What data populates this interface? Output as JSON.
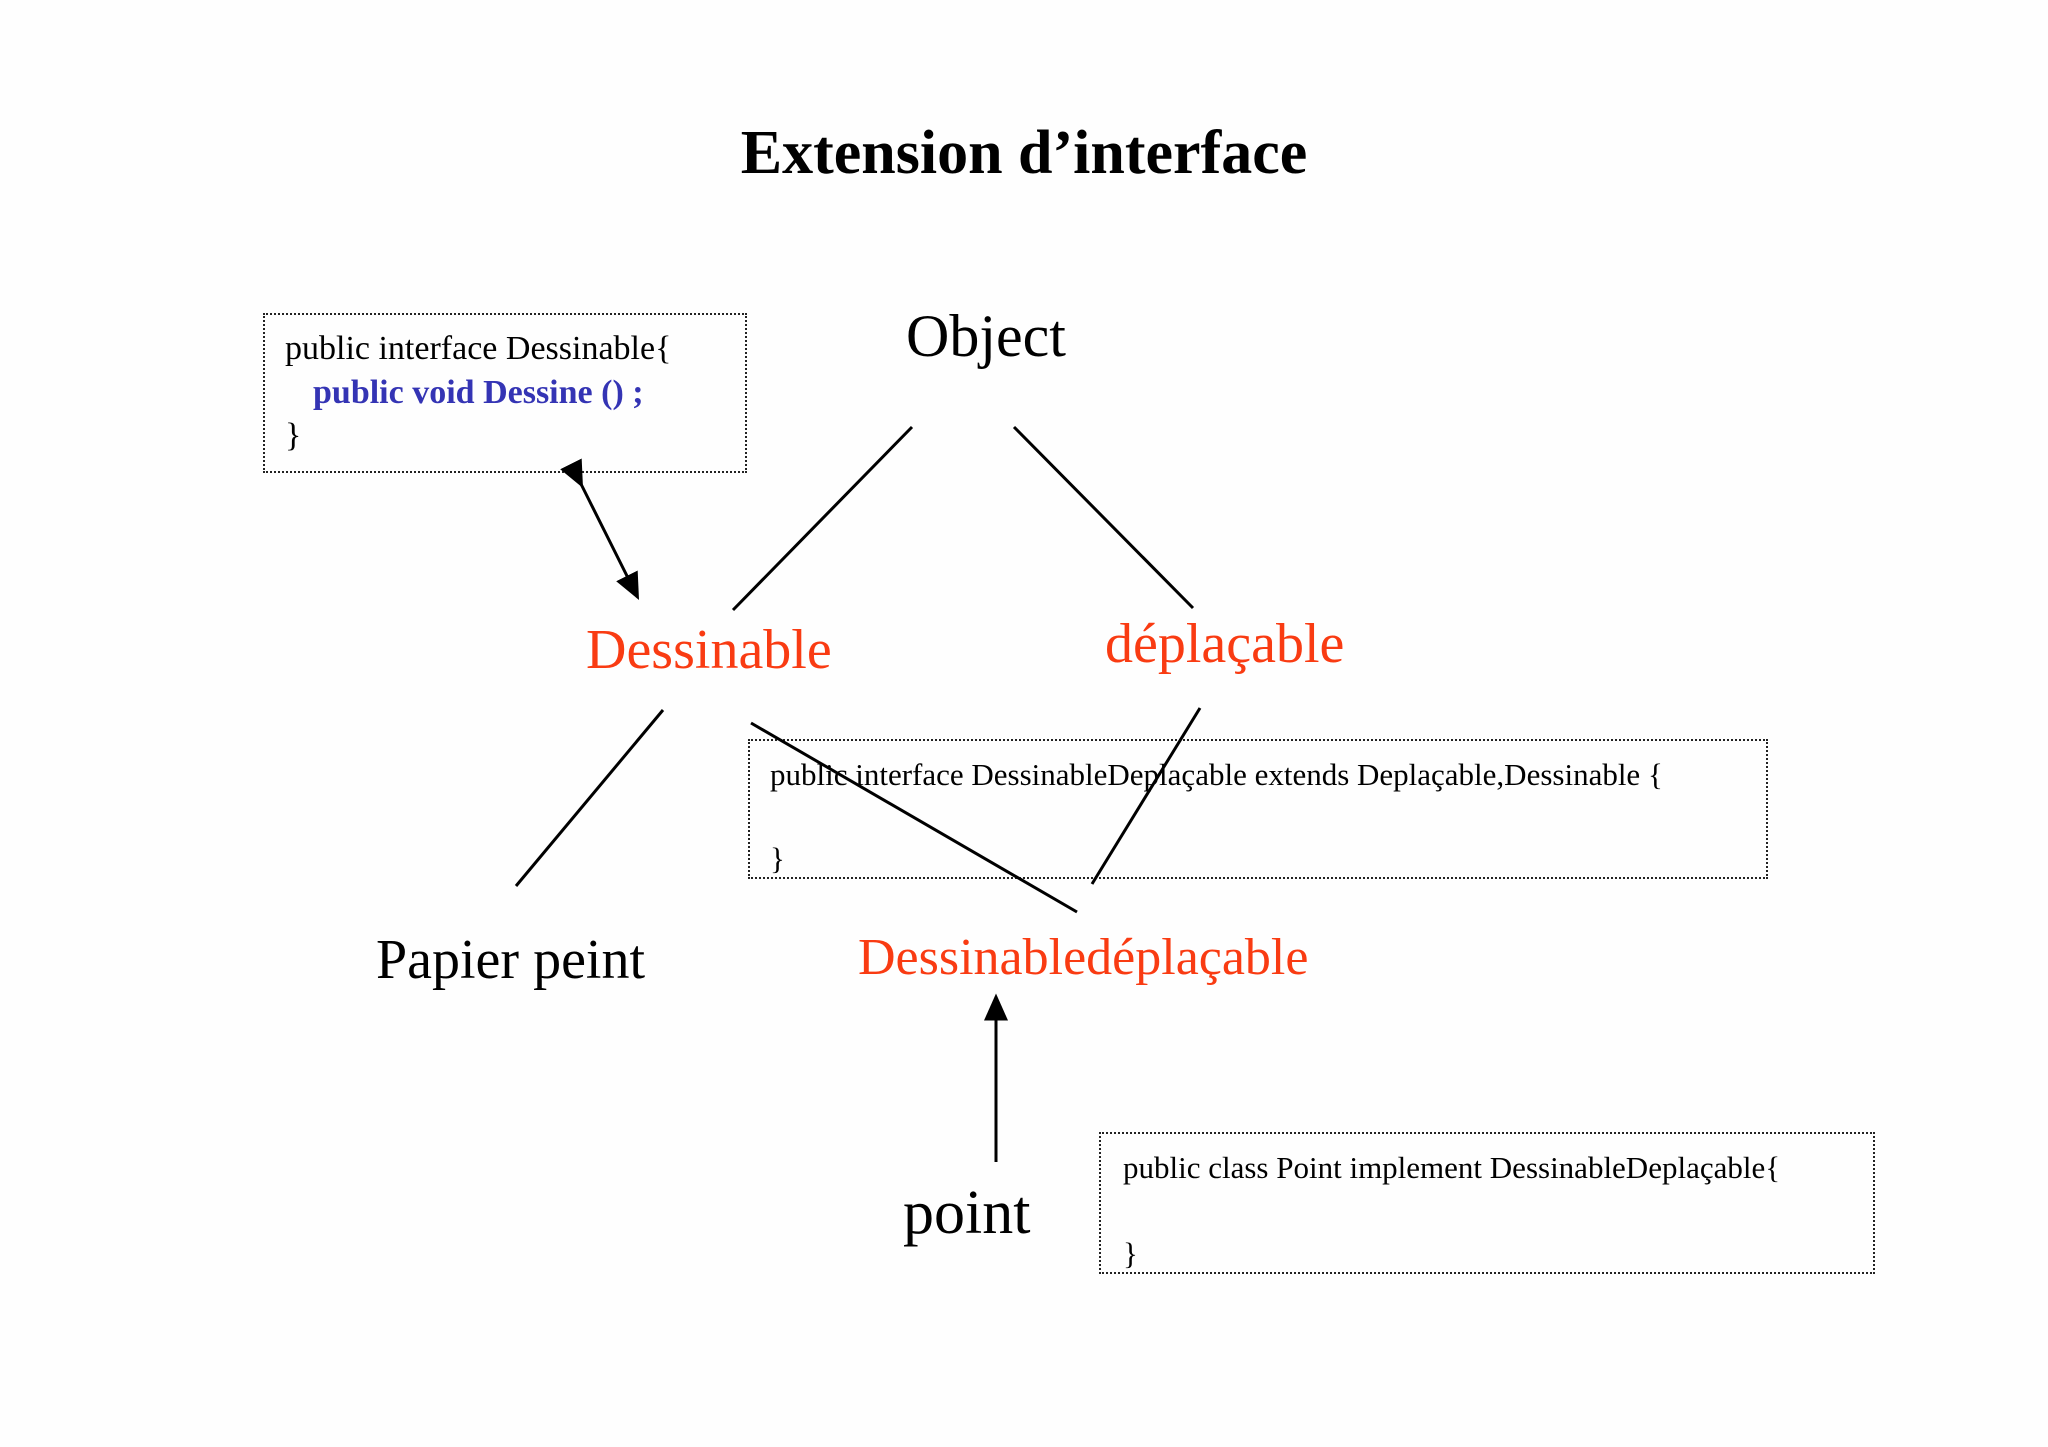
{
  "title": "Extension d’interface",
  "colors": {
    "red": "#f93b12",
    "blue": "#3434b4"
  },
  "nodes": {
    "object": {
      "label": "Object"
    },
    "dessinable": {
      "label": "Dessinable"
    },
    "deplacable": {
      "label": "déplaçable"
    },
    "papier_peint": {
      "label": "Papier peint"
    },
    "dessinabledeplacable": {
      "label": "Dessinabledéplaçable"
    },
    "point": {
      "label": "point"
    }
  },
  "code_boxes": {
    "dessinable_interface": {
      "line1": "public interface Dessinable{",
      "line2": "public void Dessine () ;",
      "line3": "}"
    },
    "dessinabledeplacable_interface": {
      "line1": "public interface DessinableDeplaçable extends Deplaçable,Dessinable {",
      "line2": "}"
    },
    "point_class": {
      "line1": "public class Point implement DessinableDeplaçable{",
      "line2": "}"
    }
  }
}
